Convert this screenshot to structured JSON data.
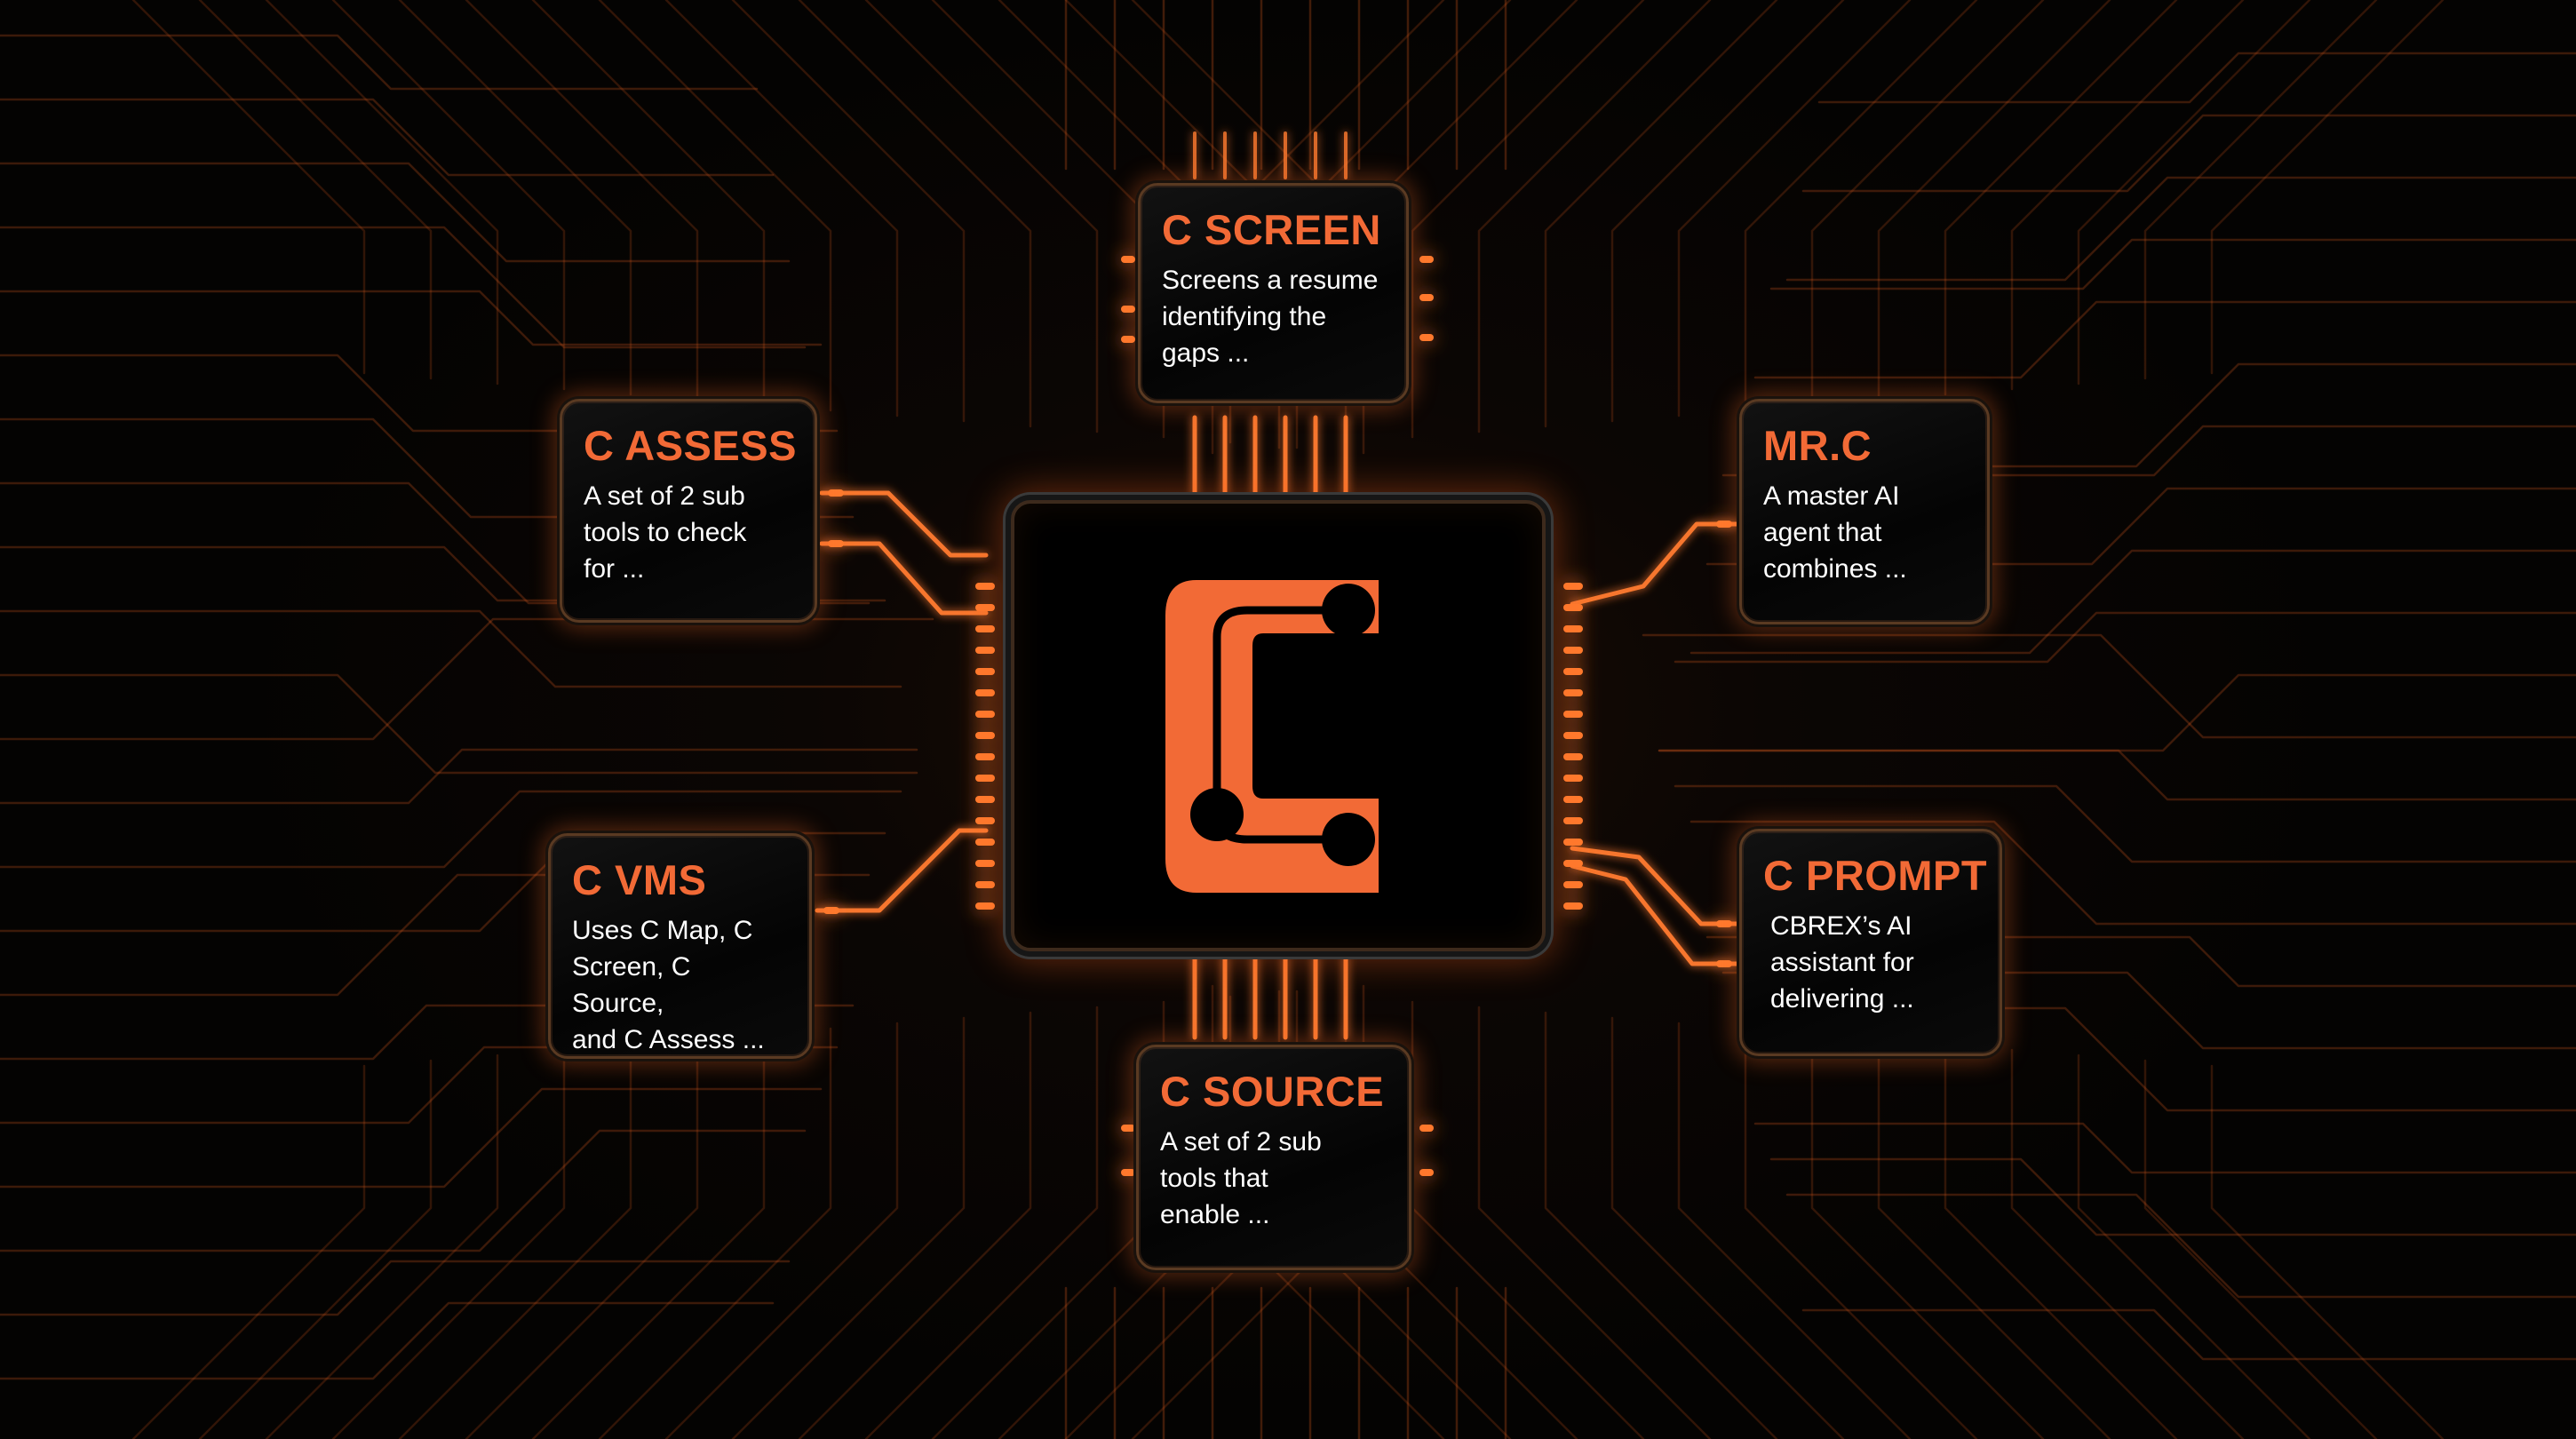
{
  "colors": {
    "accent": "#f26a36",
    "trace": "#d2551c",
    "glow": "#ff7a2e",
    "background": "#050302",
    "text": "#ffffff"
  },
  "core": {
    "icon": "cbrex-c-logo-icon"
  },
  "modules": {
    "screen": {
      "title": "C SCREEN",
      "desc": [
        "Screens a resume",
        "identifying the",
        "gaps ..."
      ]
    },
    "assess": {
      "title": "C ASSESS",
      "desc": [
        "A set of 2 sub",
        "tools to check",
        "for ..."
      ]
    },
    "mrc": {
      "title": "MR.C",
      "desc": [
        "A master AI",
        "agent that",
        "combines ..."
      ]
    },
    "vms": {
      "title": "C VMS",
      "desc": [
        "Uses C Map, C",
        "Screen, C Source,",
        "and C Assess ..."
      ]
    },
    "prompt": {
      "title": "C PROMPT",
      "desc": [
        "CBREX’s AI",
        "assistant for",
        "delivering ..."
      ]
    },
    "source": {
      "title": "C SOURCE",
      "desc": [
        "A set of 2 sub",
        "tools that",
        "enable ..."
      ]
    }
  }
}
